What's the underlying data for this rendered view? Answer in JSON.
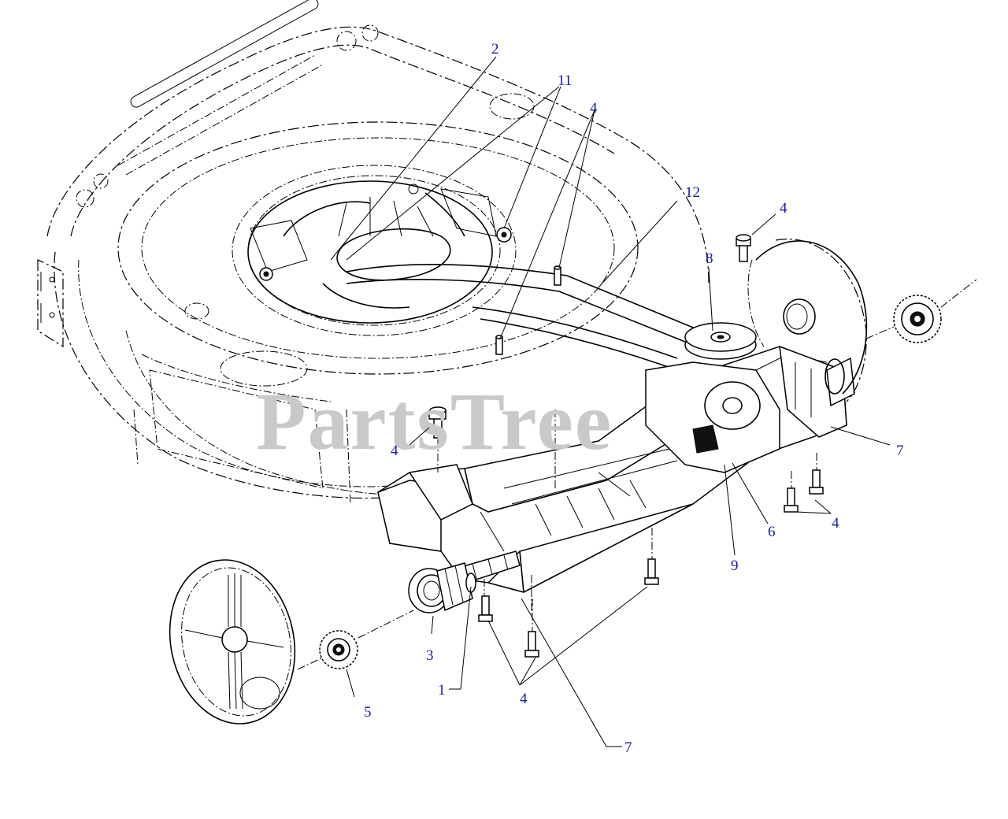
{
  "watermark": "PartsTree",
  "callouts": [
    {
      "id": "c2",
      "text": "2"
    },
    {
      "id": "c11",
      "text": "11"
    },
    {
      "id": "c4a",
      "text": "4"
    },
    {
      "id": "c12",
      "text": "12"
    },
    {
      "id": "c4b",
      "text": "4"
    },
    {
      "id": "c8",
      "text": "8"
    },
    {
      "id": "c7a",
      "text": "7"
    },
    {
      "id": "c4c",
      "text": "4"
    },
    {
      "id": "c6",
      "text": "6"
    },
    {
      "id": "c4d",
      "text": "4"
    },
    {
      "id": "c9",
      "text": "9"
    },
    {
      "id": "c3",
      "text": "3"
    },
    {
      "id": "c1",
      "text": "1"
    },
    {
      "id": "c4e",
      "text": "4"
    },
    {
      "id": "c5",
      "text": "5"
    },
    {
      "id": "c7b",
      "text": "7"
    }
  ]
}
